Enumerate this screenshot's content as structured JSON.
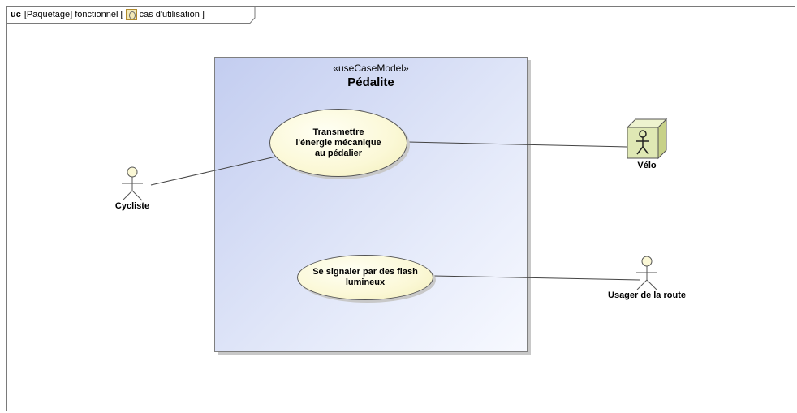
{
  "frame": {
    "keyword": "uc",
    "title_prefix": "[Paquetage] fonctionnel [",
    "title_icon": "use-case-diagram-icon",
    "title_suffix": "cas d'utilisation ]"
  },
  "package": {
    "stereotype": "«useCaseModel»",
    "name": "Pédalite"
  },
  "use_cases": [
    {
      "label": "Transmettre l'énergie mécanique au pédalier"
    },
    {
      "label": "Se signaler par des flash lumineux"
    }
  ],
  "actors": [
    {
      "name": "Cycliste",
      "icon": "stick-figure-actor-icon"
    },
    {
      "name": "Vélo",
      "icon": "system-block-actor-icon"
    },
    {
      "name": "Usager de la route",
      "icon": "stick-figure-actor-icon"
    }
  ],
  "colors": {
    "package_fill": "#dbe2f7",
    "use_case_fill": "#fbf8d6",
    "actor_fill": "#fbf8d6",
    "block_fill": "#dfe8b4"
  }
}
